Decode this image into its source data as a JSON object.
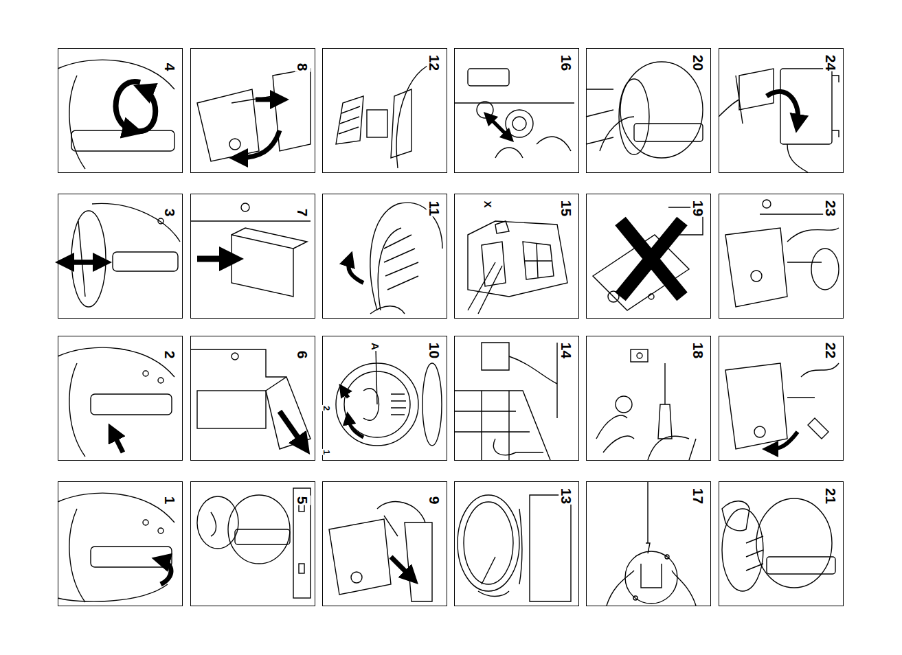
{
  "diagram": {
    "nodes": [
      {
        "text": [
          "1"
        ]
      },
      {
        "text": [
          "2"
        ]
      },
      {
        "text": [
          "3"
        ]
      },
      {
        "text": [
          "4"
        ]
      },
      {
        "text": [
          "5"
        ]
      },
      {
        "text": [
          "6"
        ]
      },
      {
        "text": [
          "7"
        ]
      },
      {
        "text": [
          "8"
        ]
      },
      {
        "text": [
          "9"
        ]
      },
      {
        "text": [
          "10",
          "A",
          "2",
          "1"
        ]
      },
      {
        "text": [
          "11"
        ]
      },
      {
        "text": [
          "12"
        ]
      },
      {
        "text": [
          "13"
        ]
      },
      {
        "text": [
          "14"
        ]
      },
      {
        "text": [
          "15",
          "X"
        ]
      },
      {
        "text": [
          "16"
        ]
      },
      {
        "text": [
          "17"
        ]
      },
      {
        "text": [
          "18"
        ]
      },
      {
        "text": [
          "19"
        ]
      },
      {
        "text": [
          "20"
        ]
      },
      {
        "text": [
          "21"
        ]
      },
      {
        "text": [
          "22"
        ]
      },
      {
        "text": [
          "23"
        ]
      },
      {
        "text": [
          "24"
        ]
      }
    ]
  }
}
